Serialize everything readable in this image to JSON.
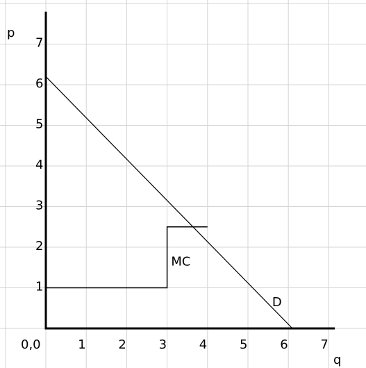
{
  "chart_data": {
    "type": "line",
    "title": "",
    "xlabel": "q",
    "ylabel": "p",
    "xlim": [
      0,
      7.5
    ],
    "ylim": [
      0,
      7.8
    ],
    "grid": true,
    "x_ticks": [
      "0,0",
      "1",
      "2",
      "3",
      "4",
      "5",
      "6",
      "7"
    ],
    "y_ticks": [
      "1",
      "2",
      "3",
      "4",
      "5",
      "6",
      "7"
    ],
    "series": [
      {
        "name": "D",
        "points": [
          [
            0,
            6.2
          ],
          [
            6.1,
            0
          ]
        ]
      },
      {
        "name": "MC",
        "points": [
          [
            0,
            1.0
          ],
          [
            3.0,
            1.0
          ],
          [
            3.0,
            2.5
          ],
          [
            4.0,
            2.5
          ]
        ]
      }
    ]
  }
}
